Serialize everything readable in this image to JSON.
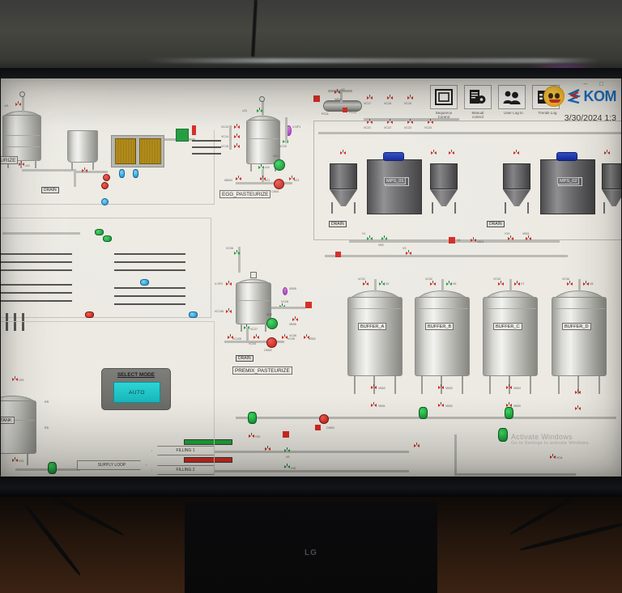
{
  "photo": {
    "device": "LG",
    "monitor_brand_label": "LG"
  },
  "toolbar": {
    "buttons": [
      {
        "icon": "sequence-control-icon",
        "label": "Sequence\nControl"
      },
      {
        "icon": "manual-control-icon",
        "label": "Manual\ncontrol"
      },
      {
        "icon": "user-login-icon",
        "label": "User Log in"
      },
      {
        "icon": "trends-log-icon",
        "label": "Trends Log"
      }
    ],
    "brand": "KOM",
    "brand_mark": "E",
    "datetime": "3/30/2024 1:3",
    "window_buttons": [
      "–",
      "□"
    ]
  },
  "sections": {
    "egg_pasteurize": {
      "label": "EGG_PASTEURIZE"
    },
    "premix_pasteurize": {
      "label": "PREMIX_PASTEURIZE"
    },
    "top_left_pasteurize": {
      "label": "EURIZE"
    },
    "oil_tank": {
      "label": "OIL TANK"
    }
  },
  "mps_units": [
    {
      "label": "MPS_01",
      "drain": "DRAIN"
    },
    {
      "label": "MPS_02",
      "drain": "DRAIN"
    }
  ],
  "buffer_tanks": [
    {
      "label": "BUFFER_A"
    },
    {
      "label": "BUFFER_B"
    },
    {
      "label": "BUFFER_C"
    },
    {
      "label": "BUFFER_D"
    }
  ],
  "drains": [
    "DRAIN",
    "DRAIN",
    "DRAIN",
    "DRAIN"
  ],
  "select_mode": {
    "title": "SELECT MODE",
    "button": "AUTO"
  },
  "filling": [
    {
      "label": "FILLING 1",
      "bar_color": "#1ca838",
      "state": "running"
    },
    {
      "label": "FILLING 2",
      "bar_color": "#d62a22",
      "state": "stopped"
    }
  ],
  "supply_loop": {
    "label": "SUPPLY LOOP"
  },
  "watermark": {
    "line1": "Activate Windows",
    "line2": "Go to Settings to activate Windows."
  },
  "instruments": {
    "pressure_gauges": [
      "PG11",
      "PG12",
      "PG01",
      "PG02"
    ],
    "valve_bank_top": [
      "VC17",
      "VC18",
      "VC19",
      "VC20"
    ],
    "valve_bank_bottom": [
      "VC21",
      "VC22",
      "VC23",
      "VC24"
    ],
    "egg_valves": [
      "VC13",
      "VC14",
      "VC15",
      "VC16",
      "VC23",
      "VC24",
      "VC25",
      "V-SP1",
      "WB04"
    ],
    "premix_valves": [
      "VC03",
      "VC04",
      "VC05",
      "VC06",
      "VC26",
      "VC27",
      "VC28",
      "VC105",
      "VC106",
      "V-SP2",
      "VB05"
    ],
    "motors": [
      "M01",
      "M02"
    ],
    "pumps": [
      "CM01",
      "CM02",
      "CM03"
    ],
    "buffer_valves": [
      "V1",
      "V2",
      "V3",
      "V4",
      "V5",
      "V6",
      "V7",
      "V8",
      "V9",
      "V10",
      "V11",
      "V12",
      "V17",
      "V18",
      "V19",
      "VB01",
      "VB02",
      "VB03",
      "VB04"
    ],
    "line_valves": [
      "V29",
      "V30",
      "V31",
      "VC31",
      "VC32",
      "VC33",
      "VC34",
      "VA03",
      "VA04"
    ]
  },
  "colors": {
    "screen_bg": "#eceae3",
    "pipe": "#b9b8b2",
    "valve_closed": "#cf2a24",
    "valve_open": "#18a33c",
    "accent_cyan": "#2fd4d4",
    "brand_blue": "#1a6fc4",
    "brand_red": "#d02a22"
  }
}
